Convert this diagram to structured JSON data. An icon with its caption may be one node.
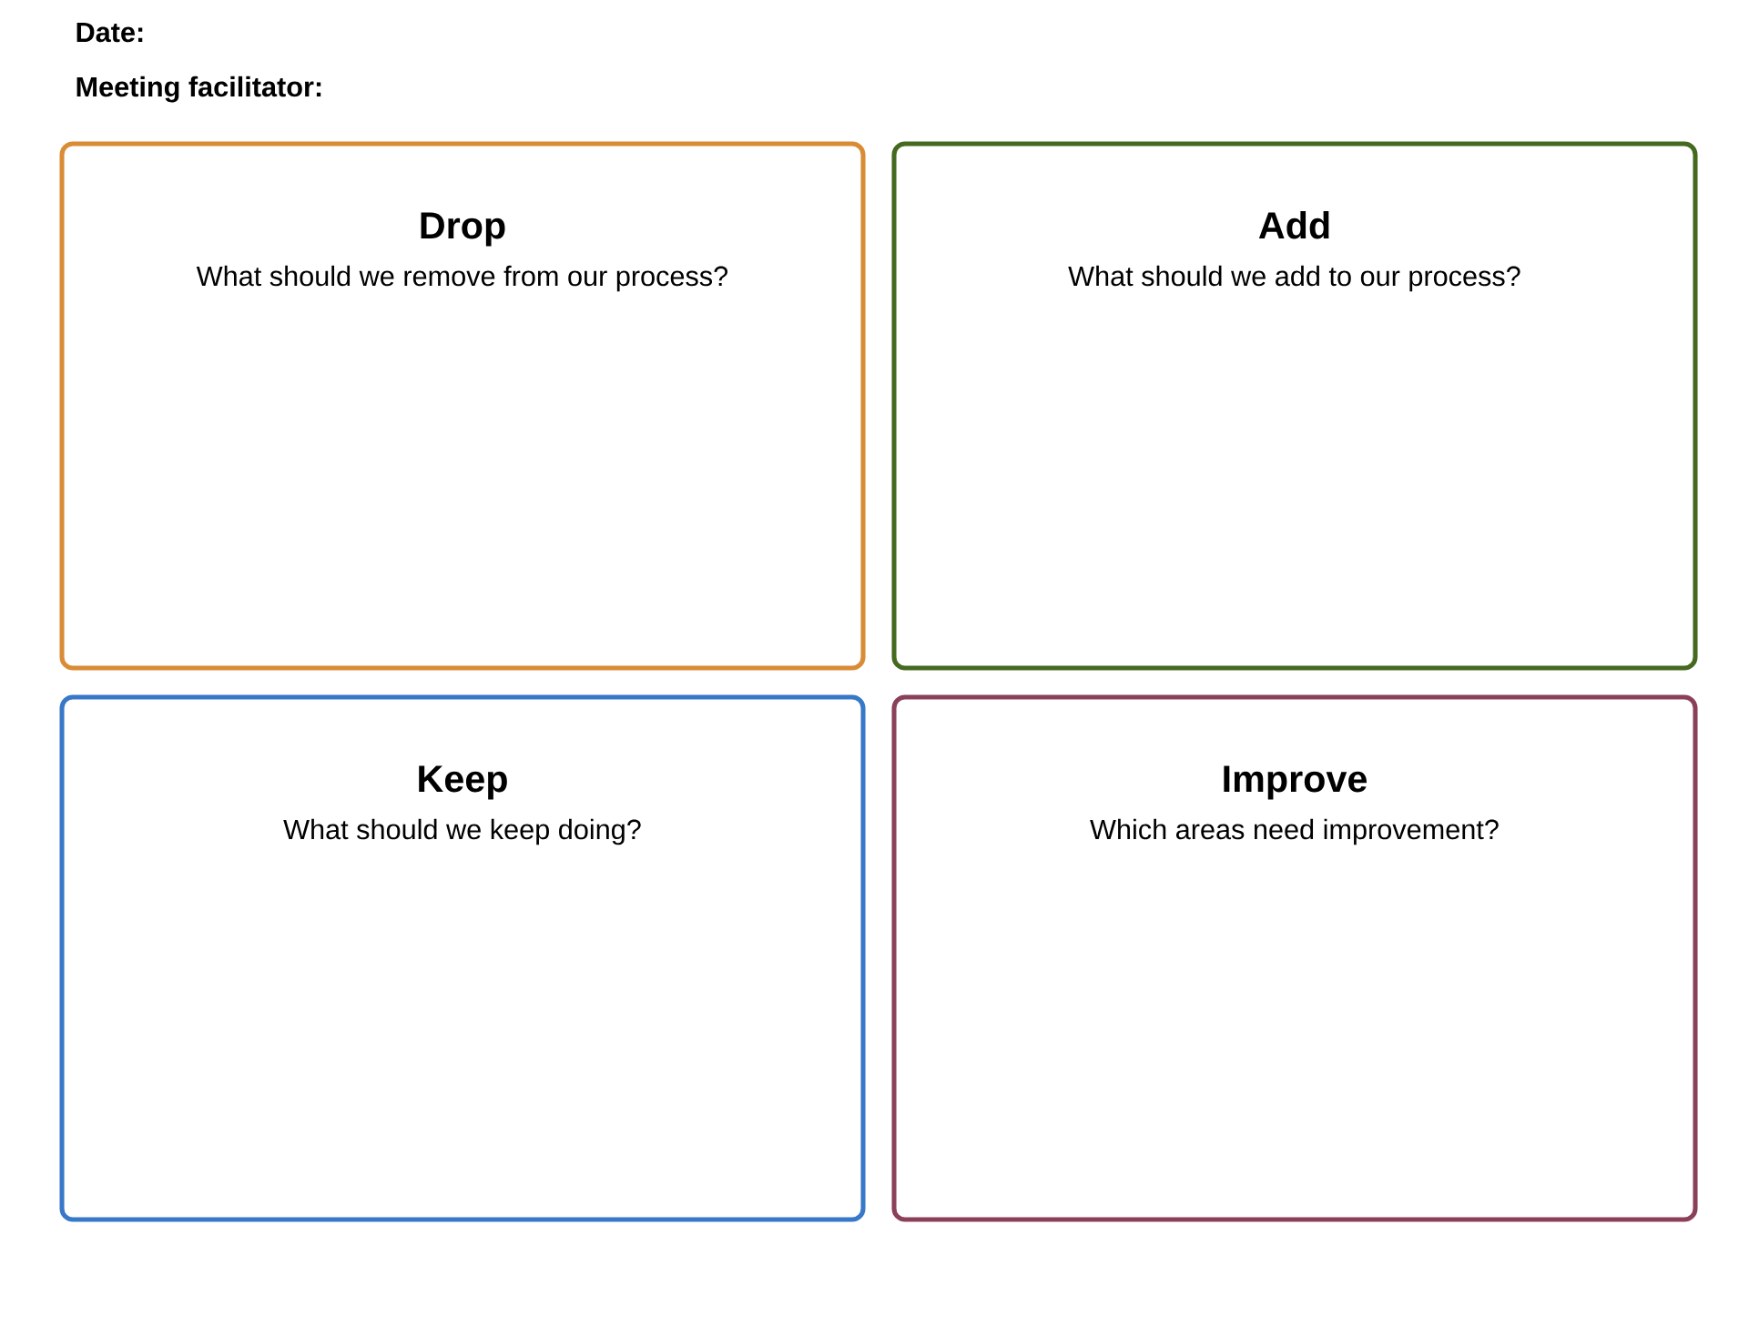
{
  "diagram": {
    "nodes": [
      {
        "text": [
          "Drop",
          "What should we remove from our process?"
        ]
      },
      {
        "text": [
          "Add",
          "What should we add to our process?"
        ]
      },
      {
        "text": [
          "Keep",
          "What should we keep doing?"
        ]
      },
      {
        "text": [
          "Improve",
          "Which areas need improvement?"
        ]
      }
    ],
    "labels": [
      "Date:",
      "Meeting facilitator:"
    ]
  }
}
